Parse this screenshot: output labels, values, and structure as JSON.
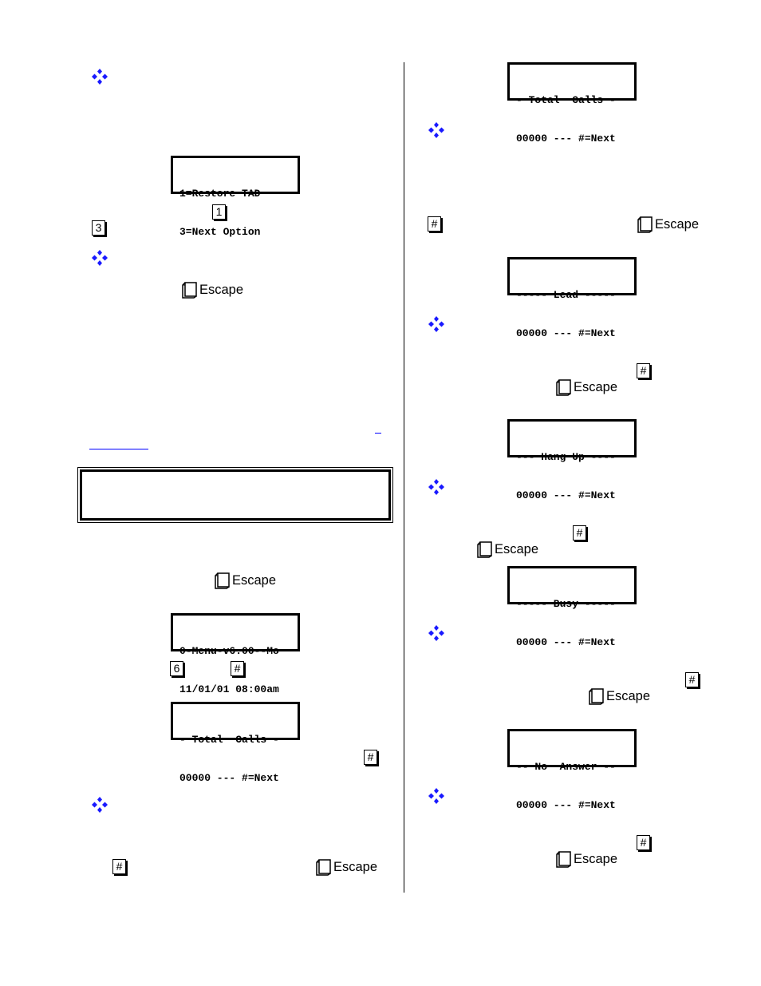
{
  "colors": {
    "bullet": "#1a1aff",
    "text": "#000000"
  },
  "lcd_displays": {
    "restore_tad": {
      "line1": "1=Restore TAD",
      "line2": "3=Next Option"
    },
    "main_menu": {
      "line1": "0-Menu-v6.00--Mo",
      "line2": "11/01/01 08:00am"
    },
    "total_calls_left": {
      "line1": "- Total  Calls -",
      "line2": "00000 --- #=Next"
    },
    "total_calls_right": {
      "line1": "- Total  Calls -",
      "line2": "00000 --- #=Next"
    },
    "lead": {
      "line1": "----- Lead -----",
      "line2": "00000 --- #=Next"
    },
    "hang_up": {
      "line1": "--- Hang Up ----",
      "line2": "00000 --- #=Next"
    },
    "busy": {
      "line1": "----- Busy -----",
      "line2": "00000 --- #=Next"
    },
    "no_answer": {
      "line1": "-- No  Answer --",
      "line2": "00000 --- #=Next"
    }
  },
  "keys": {
    "one": "1",
    "three": "3",
    "six": "6",
    "hash": "#"
  },
  "escape_label": "Escape",
  "icons": {
    "bullet": "blue-diamond-cluster-icon",
    "escape": "book-escape-key-icon",
    "keypad": "keypad-key-icon"
  }
}
